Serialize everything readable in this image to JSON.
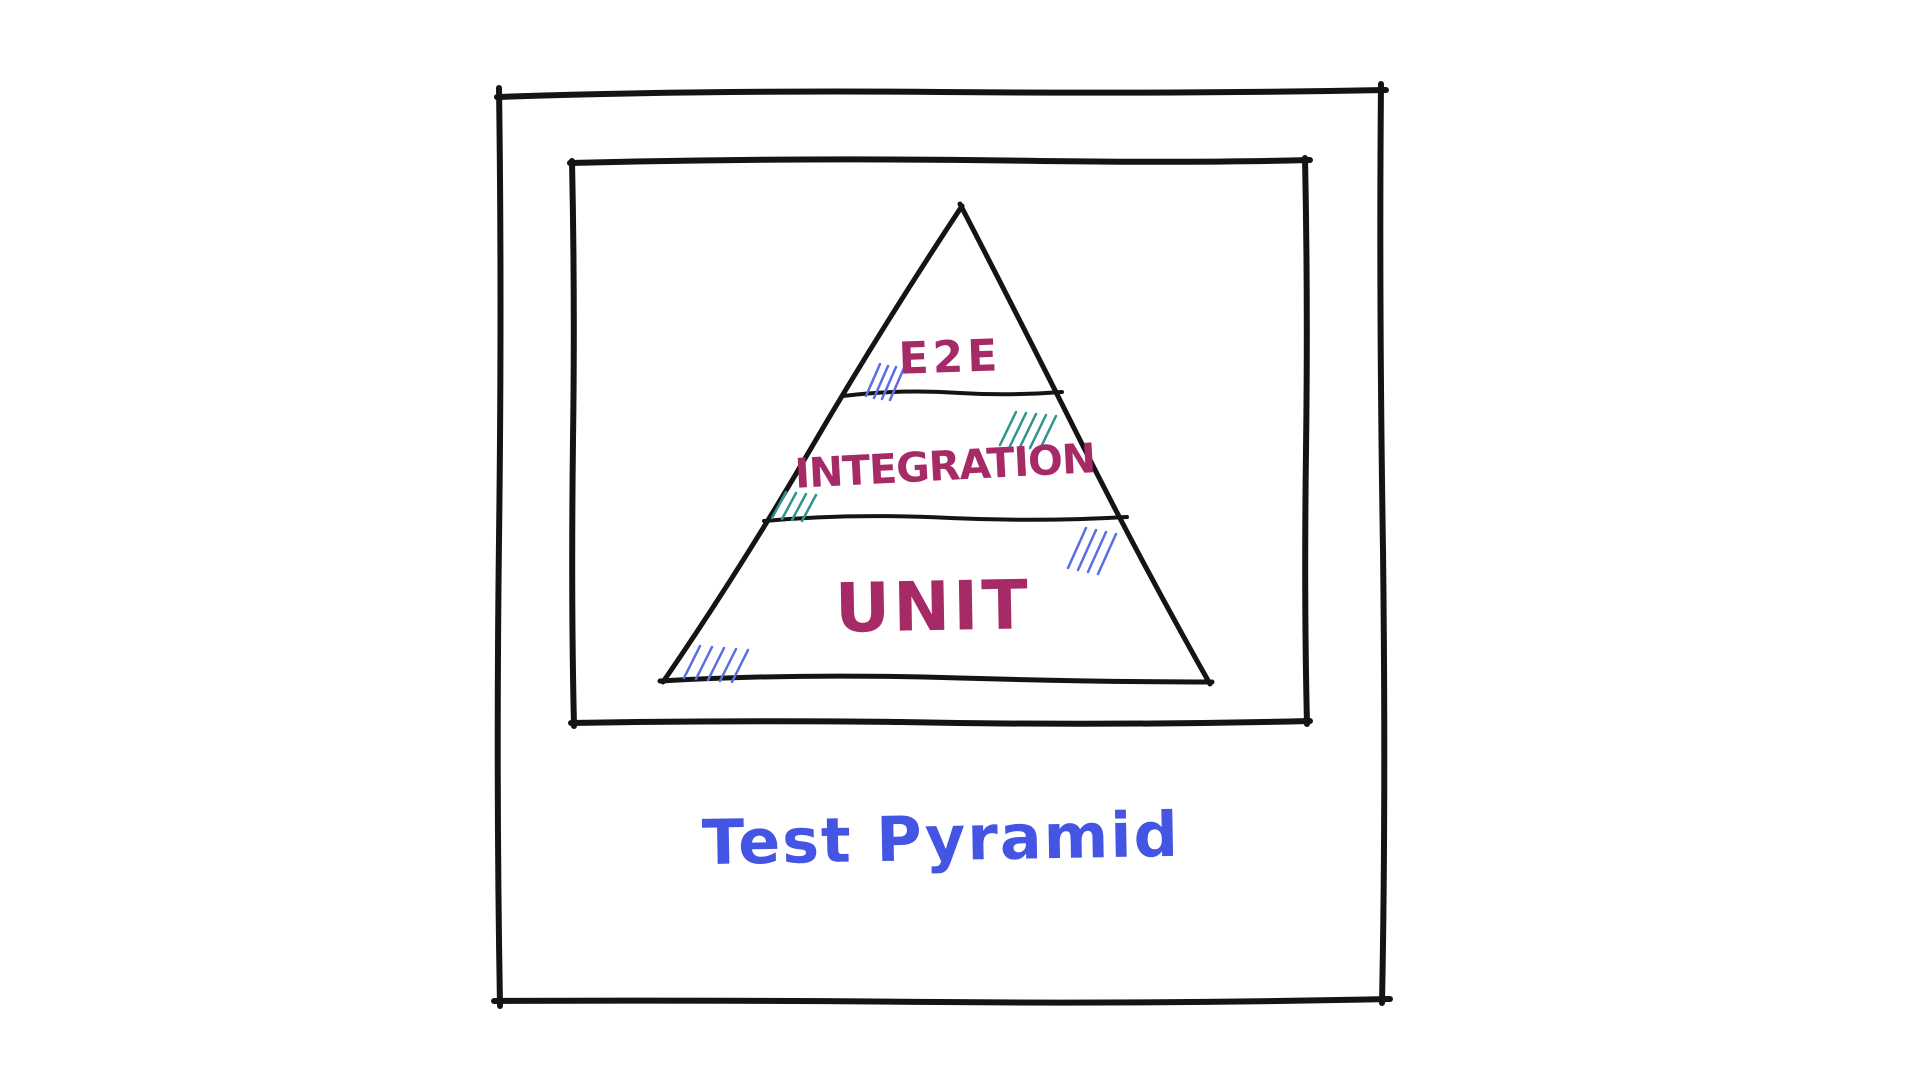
{
  "artboard": {
    "background": "#ffffff"
  },
  "diagram": {
    "type": "pyramid",
    "layers": [
      {
        "id": "e2e",
        "label": "E2E"
      },
      {
        "id": "integration",
        "label": "INTEGRATION"
      },
      {
        "id": "unit",
        "label": "UNIT"
      }
    ],
    "caption": "Test Pyramid",
    "colors": {
      "outline": "#141414",
      "layer_label": "#a62a66",
      "caption": "#4455e4",
      "hatch_teal": "#2f948c",
      "hatch_blue": "#5b6ee1"
    }
  }
}
